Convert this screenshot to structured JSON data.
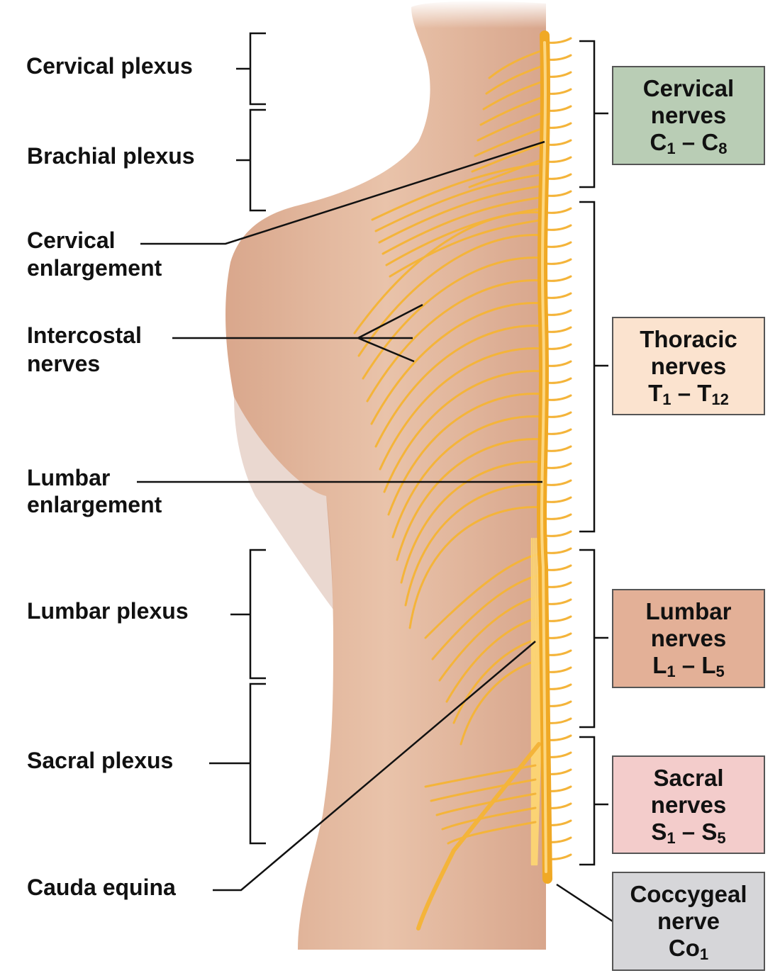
{
  "colors": {
    "skin": "#e8bfa3",
    "skin_shadow": "#c8917a",
    "nerve": "#f4b43a",
    "nerve_light": "#fbd374",
    "cervical_box": "#b9cdb5",
    "thoracic_box": "#fbe3cf",
    "lumbar_box": "#e3b097",
    "sacral_box": "#f3cccb",
    "coccygeal_box": "#d6d6d9"
  },
  "labels": {
    "cervical_plexus": "Cervical plexus",
    "brachial_plexus": "Brachial plexus",
    "cervical_enlargement_1": "Cervical",
    "cervical_enlargement_2": "enlargement",
    "intercostal_1": "Intercostal",
    "intercostal_2": "nerves",
    "lumbar_enlargement_1": "Lumbar",
    "lumbar_enlargement_2": "enlargement",
    "lumbar_plexus": "Lumbar plexus",
    "sacral_plexus": "Sacral plexus",
    "cauda_equina": "Cauda equina"
  },
  "boxes": {
    "cervical": {
      "line1": "Cervical",
      "line2": "nerves",
      "code_a": "C",
      "sub_a": "1",
      "dash": " – ",
      "code_b": "C",
      "sub_b": "8"
    },
    "thoracic": {
      "line1": "Thoracic",
      "line2": "nerves",
      "code_a": "T",
      "sub_a": "1",
      "dash": " – ",
      "code_b": "T",
      "sub_b": "12"
    },
    "lumbar": {
      "line1": "Lumbar",
      "line2": "nerves",
      "code_a": "L",
      "sub_a": "1",
      "dash": " – ",
      "code_b": "L",
      "sub_b": "5"
    },
    "sacral": {
      "line1": "Sacral",
      "line2": "nerves",
      "code_a": "S",
      "sub_a": "1",
      "dash": " – ",
      "code_b": "S",
      "sub_b": "5"
    },
    "coccygeal": {
      "line1": "Coccygeal",
      "line2": "nerve",
      "code_a": "Co",
      "sub_a": "1"
    }
  }
}
